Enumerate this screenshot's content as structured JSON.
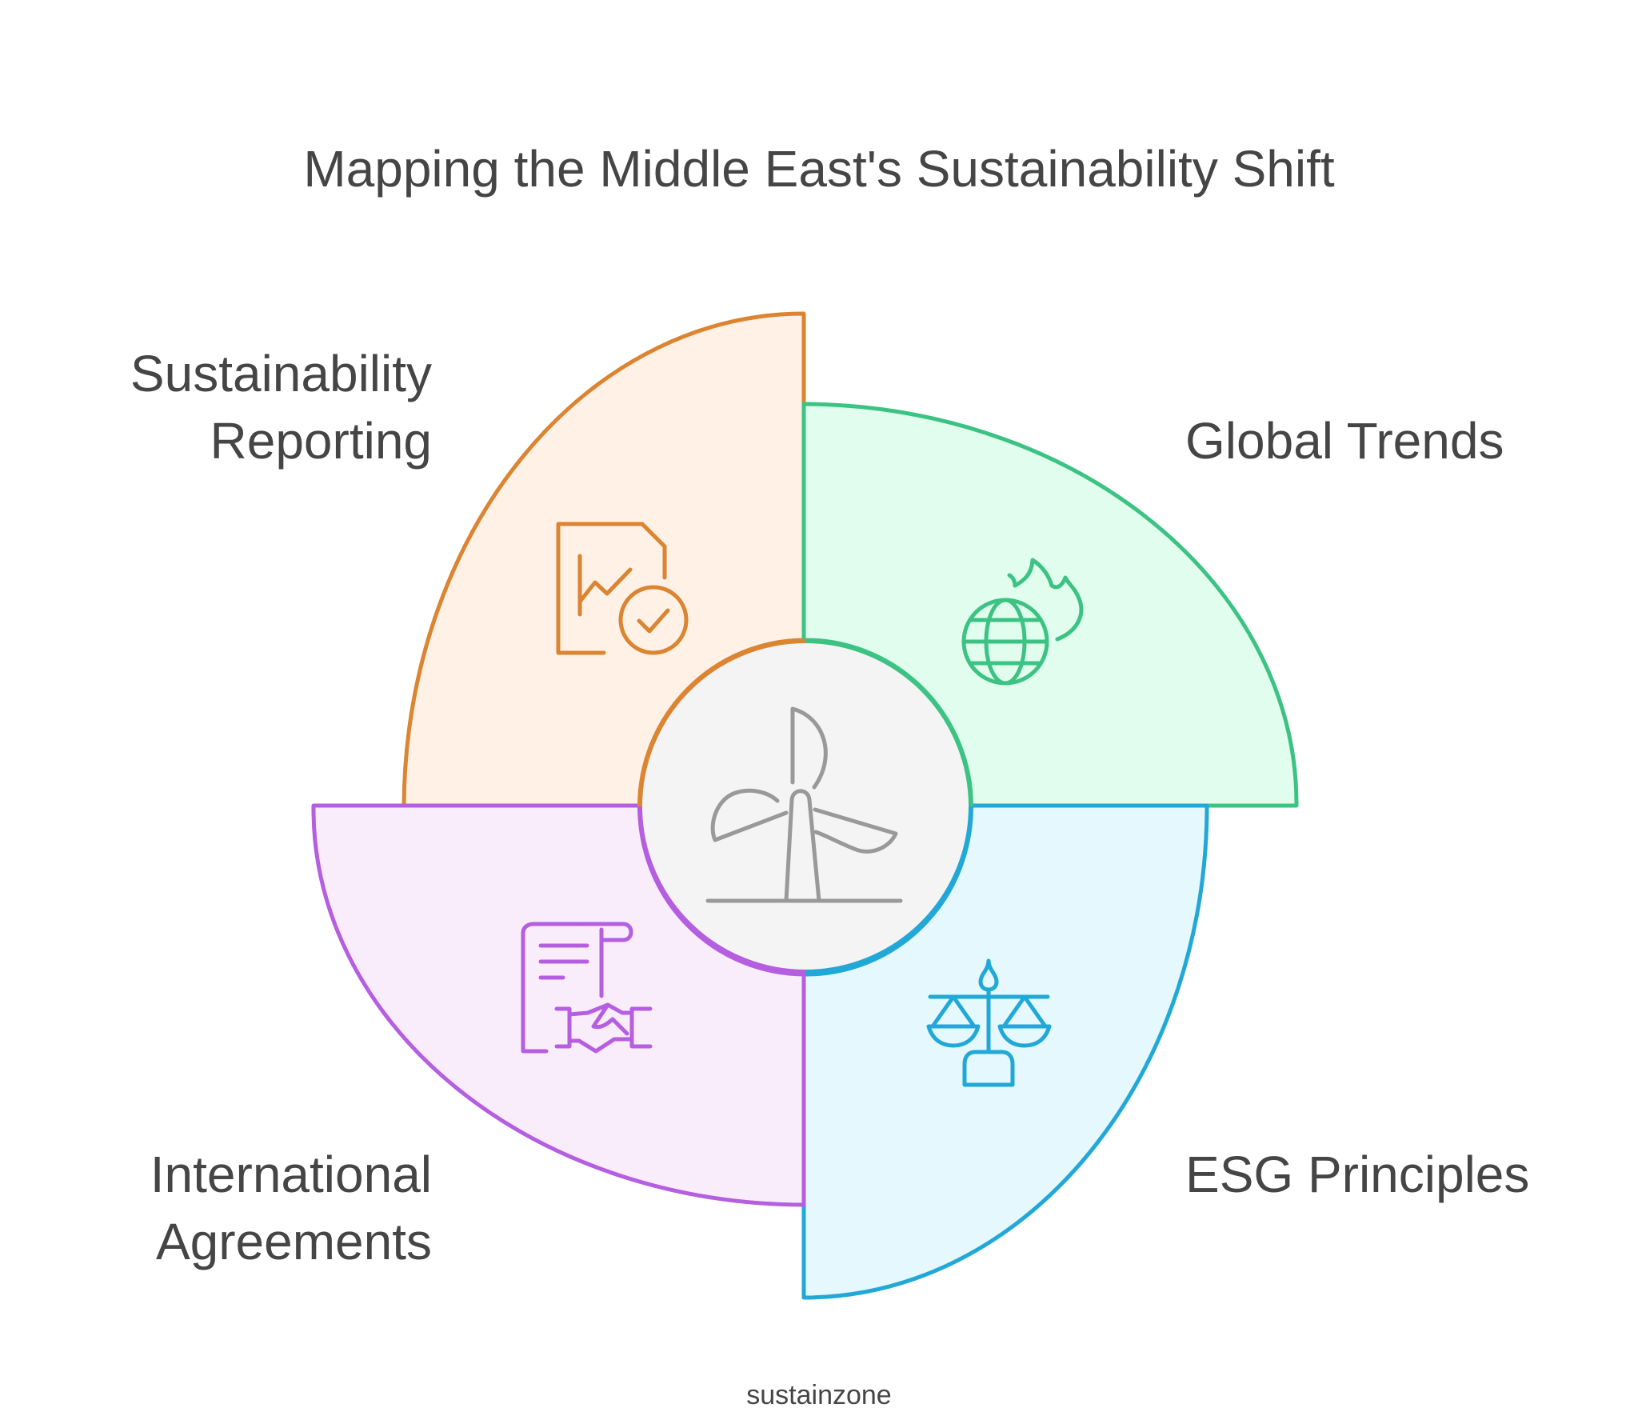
{
  "title": "Mapping the Middle East's Sustainability Shift",
  "segments": [
    {
      "id": "reporting",
      "label_lines": [
        "Sustainability",
        "Reporting"
      ],
      "color": "#DB8431",
      "fill": "#FFF1E5",
      "icon": "report-check-icon"
    },
    {
      "id": "trends",
      "label_lines": [
        "Global Trends"
      ],
      "color": "#3CC383",
      "fill": "#E0FDEE",
      "icon": "globe-fire-icon"
    },
    {
      "id": "esg",
      "label_lines": [
        "ESG Principles"
      ],
      "color": "#22A8D7",
      "fill": "#E4F8FD",
      "icon": "balance-scale-icon"
    },
    {
      "id": "agreements",
      "label_lines": [
        "International",
        "Agreements"
      ],
      "color": "#B55EE0",
      "fill": "#F9EDFC",
      "icon": "contract-handshake-icon"
    }
  ],
  "center": {
    "icon": "wind-turbine-icon",
    "color": "#999999",
    "fill": "#F4F4F4"
  },
  "footer": "sustainzone"
}
